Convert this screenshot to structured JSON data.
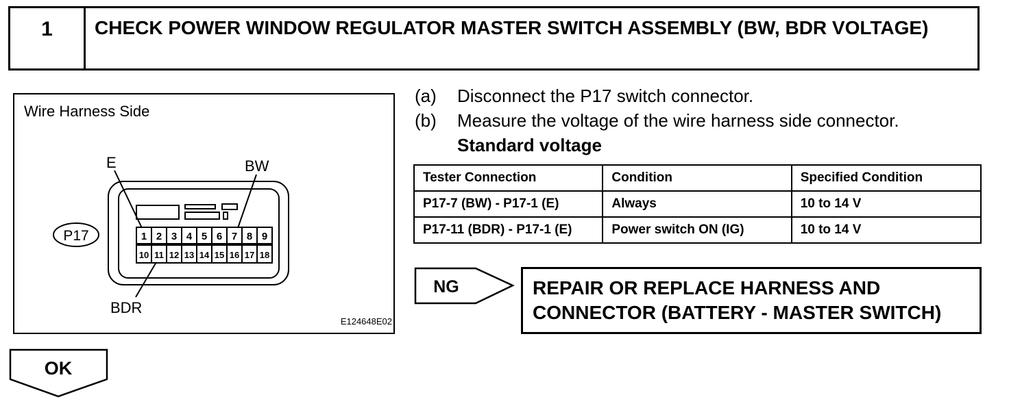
{
  "header": {
    "step_number": "1",
    "title": "CHECK POWER WINDOW REGULATOR MASTER SWITCH ASSEMBLY (BW, BDR VOLTAGE)"
  },
  "diagram": {
    "caption": "Wire Harness Side",
    "connector_label": "P17",
    "label_e": "E",
    "label_bw": "BW",
    "label_bdr": "BDR",
    "figure_code": "E124648E02",
    "pins_top": [
      "1",
      "2",
      "3",
      "4",
      "5",
      "6",
      "7",
      "8",
      "9"
    ],
    "pins_bottom": [
      "10",
      "11",
      "12",
      "13",
      "14",
      "15",
      "16",
      "17",
      "18"
    ]
  },
  "steps": [
    {
      "label": "(a)",
      "text": "Disconnect the P17 switch connector."
    },
    {
      "label": "(b)",
      "text": "Measure the voltage of the wire harness side connector."
    }
  ],
  "standard_voltage_label": "Standard voltage",
  "table": {
    "headers": [
      "Tester Connection",
      "Condition",
      "Specified Condition"
    ],
    "rows": [
      [
        "P17-7 (BW) - P17-1 (E)",
        "Always",
        "10 to 14 V"
      ],
      [
        "P17-11 (BDR) - P17-1 (E)",
        "Power switch ON (IG)",
        "10 to 14 V"
      ]
    ]
  },
  "ng": {
    "label": "NG",
    "result_line1": "REPAIR OR REPLACE HARNESS AND",
    "result_line2": "CONNECTOR (BATTERY - MASTER SWITCH)"
  },
  "ok": {
    "label": "OK"
  }
}
